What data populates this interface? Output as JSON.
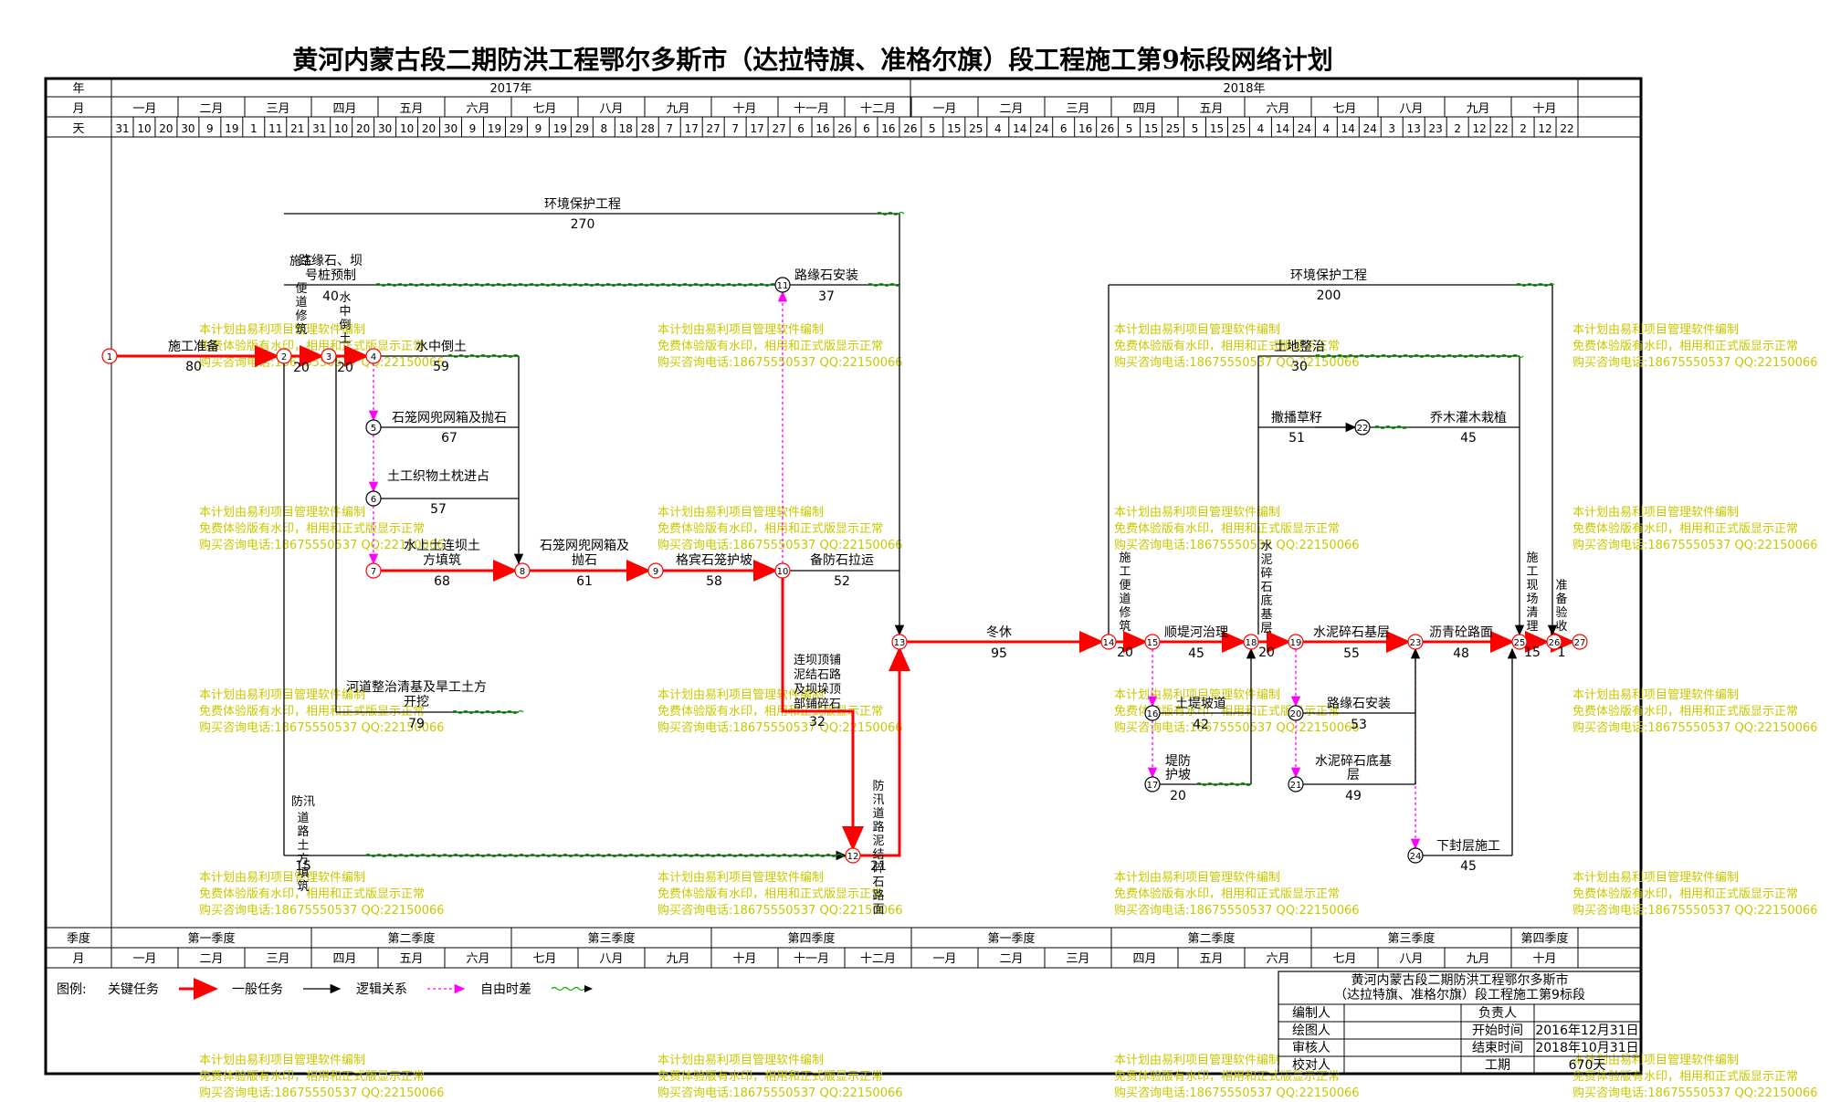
{
  "title": "黄河内蒙古段二期防洪工程鄂尔多斯市（达拉特旗、准格尔旗）段工程施工第9标段网络计划",
  "header": {
    "row_labels": {
      "year": "年",
      "month": "月",
      "day": "天",
      "quarter": "季度",
      "month_bottom": "月"
    },
    "years": [
      "2017年",
      "2018年"
    ],
    "months": [
      "一月",
      "二月",
      "三月",
      "四月",
      "五月",
      "六月",
      "七月",
      "八月",
      "九月",
      "十月",
      "十一月",
      "十二月",
      "一月",
      "二月",
      "三月",
      "四月",
      "五月",
      "六月",
      "七月",
      "八月",
      "九月",
      "十月"
    ],
    "days": [
      "31",
      "10",
      "20",
      "30",
      "9",
      "19",
      "1",
      "11",
      "21",
      "31",
      "10",
      "20",
      "30",
      "10",
      "20",
      "30",
      "9",
      "19",
      "29",
      "9",
      "19",
      "29",
      "8",
      "18",
      "28",
      "7",
      "17",
      "27",
      "7",
      "17",
      "27",
      "6",
      "16",
      "26",
      "6",
      "16",
      "26",
      "5",
      "15",
      "25",
      "4",
      "14",
      "24",
      "6",
      "16",
      "26",
      "5",
      "15",
      "25",
      "5",
      "15",
      "25",
      "4",
      "14",
      "24",
      "4",
      "14",
      "24",
      "3",
      "13",
      "23",
      "2",
      "12",
      "22",
      "2",
      "12",
      "22"
    ],
    "quarters": [
      "第一季度",
      "第二季度",
      "第三季度",
      "第四季度",
      "第一季度",
      "第二季度",
      "第三季度",
      "第四季度"
    ]
  },
  "tasks": [
    {
      "id": "t_sgzb",
      "name": "施工准备",
      "duration": "80",
      "kind": "critical"
    },
    {
      "id": "t_sgbd1",
      "name": "施工便道修筑",
      "duration": "20",
      "kind": "critical"
    },
    {
      "id": "t_szwt",
      "name": "水中倒土",
      "duration": "20",
      "kind": "critical"
    },
    {
      "id": "t_szdt",
      "name": "水中倒土",
      "duration": "59",
      "kind": "normal"
    },
    {
      "id": "t_shlw",
      "name": "石笼网兜网箱及抛石",
      "duration": "67",
      "kind": "normal"
    },
    {
      "id": "t_tgzw",
      "name": "土工织物土枕进占",
      "duration": "57",
      "kind": "normal"
    },
    {
      "id": "t_sslb",
      "name": "水上土连坝土方填筑",
      "duration": "68",
      "kind": "critical"
    },
    {
      "id": "t_hdzz",
      "name": "河道整治清基及旱工土方开挖",
      "duration": "79",
      "kind": "normal"
    },
    {
      "id": "t_shlw2",
      "name": "石笼网兜网箱及抛石",
      "duration": "61",
      "kind": "critical"
    },
    {
      "id": "t_gbsl",
      "name": "格宾石笼护坡",
      "duration": "58",
      "kind": "critical"
    },
    {
      "id": "t_bfsl",
      "name": "备防石拉运",
      "duration": "52",
      "kind": "normal"
    },
    {
      "id": "t_lbdj",
      "name": "连坝顶铺泥结石路及坝垛顶部铺碎石",
      "duration": "32",
      "kind": "critical"
    },
    {
      "id": "t_fxdl",
      "name": "防汛道路泥结碎石路面",
      "duration": "21",
      "kind": "critical"
    },
    {
      "id": "t_fxtf",
      "name": "防汛道路土方填筑",
      "duration": "15",
      "kind": "normal"
    },
    {
      "id": "t_lysy",
      "name": "路缘石、坝号桩预制",
      "duration": "40",
      "kind": "normal"
    },
    {
      "id": "t_lyaz",
      "name": "路缘石安装",
      "duration": "37",
      "kind": "normal"
    },
    {
      "id": "t_hjbh1",
      "name": "环境保护工程",
      "duration": "270",
      "kind": "normal"
    },
    {
      "id": "t_dx",
      "name": "冬休",
      "duration": "95",
      "kind": "critical"
    },
    {
      "id": "t_sgbd2",
      "name": "施工便道修筑",
      "duration": "20",
      "kind": "critical"
    },
    {
      "id": "t_sdhz",
      "name": "顺堤河治理",
      "duration": "45",
      "kind": "critical"
    },
    {
      "id": "t_tdbd",
      "name": "土堤坡道",
      "duration": "42",
      "kind": "normal"
    },
    {
      "id": "t_dfhp",
      "name": "堤防护坡",
      "duration": "20",
      "kind": "normal"
    },
    {
      "id": "t_hjbh2",
      "name": "环境保护工程",
      "duration": "200",
      "kind": "normal"
    },
    {
      "id": "t_tdzz",
      "name": "土地整治",
      "duration": "30",
      "kind": "normal"
    },
    {
      "id": "t_sbcz",
      "name": "撒播草籽",
      "duration": "51",
      "kind": "normal"
    },
    {
      "id": "t_qmgm",
      "name": "乔木灌木栽植",
      "duration": "45",
      "kind": "normal"
    },
    {
      "id": "t_snsd",
      "name": "水泥碎石底基层",
      "duration": "20",
      "kind": "critical"
    },
    {
      "id": "t_snsj",
      "name": "水泥碎石基层",
      "duration": "55",
      "kind": "critical"
    },
    {
      "id": "t_lyaz2",
      "name": "路缘石安装",
      "duration": "53",
      "kind": "normal"
    },
    {
      "id": "t_snsd2",
      "name": "水泥碎石底基层",
      "duration": "49",
      "kind": "normal"
    },
    {
      "id": "t_lqlm",
      "name": "沥青砼路面",
      "duration": "48",
      "kind": "critical"
    },
    {
      "id": "t_xfc",
      "name": "下封层施工",
      "duration": "45",
      "kind": "normal"
    },
    {
      "id": "t_sgxc",
      "name": "施工现场清理",
      "duration": "15",
      "kind": "critical"
    },
    {
      "id": "t_zbys",
      "name": "准备验收",
      "duration": "1",
      "kind": "critical"
    }
  ],
  "nodes": [
    "1",
    "2",
    "3",
    "4",
    "5",
    "6",
    "7",
    "8",
    "9",
    "10",
    "11",
    "12",
    "13",
    "14",
    "15",
    "16",
    "17",
    "18",
    "19",
    "20",
    "21",
    "22",
    "23",
    "24",
    "25",
    "26",
    "27"
  ],
  "watermark": [
    "本计划由易利项目管理软件编制",
    "免费体验版有水印，相用和正式版显示正常",
    "购买咨询电话:18675550537 QQ:22150066"
  ],
  "legend": {
    "title": "图例:",
    "critical": "关键任务",
    "normal": "一般任务",
    "logic": "逻辑关系",
    "float": "自由时差"
  },
  "info_box": {
    "title_line1": "黄河内蒙古段二期防洪工程鄂尔多斯市",
    "title_line2": "（达拉特旗、准格尔旗）段工程施工第9标段",
    "labels": [
      "编制人",
      "绘图人",
      "审核人",
      "校对人"
    ],
    "right_labels": [
      "负责人",
      "开始时间",
      "结束时间",
      "工期"
    ],
    "start": "2016年12月31日",
    "end": "2018年10月31日",
    "duration": "670天"
  },
  "colors": {
    "critical": "#ff0000",
    "normal": "#000000",
    "logic_dotted": "#ff00ff",
    "float_wave": "#00aa00",
    "watermark": "#c8c800"
  }
}
